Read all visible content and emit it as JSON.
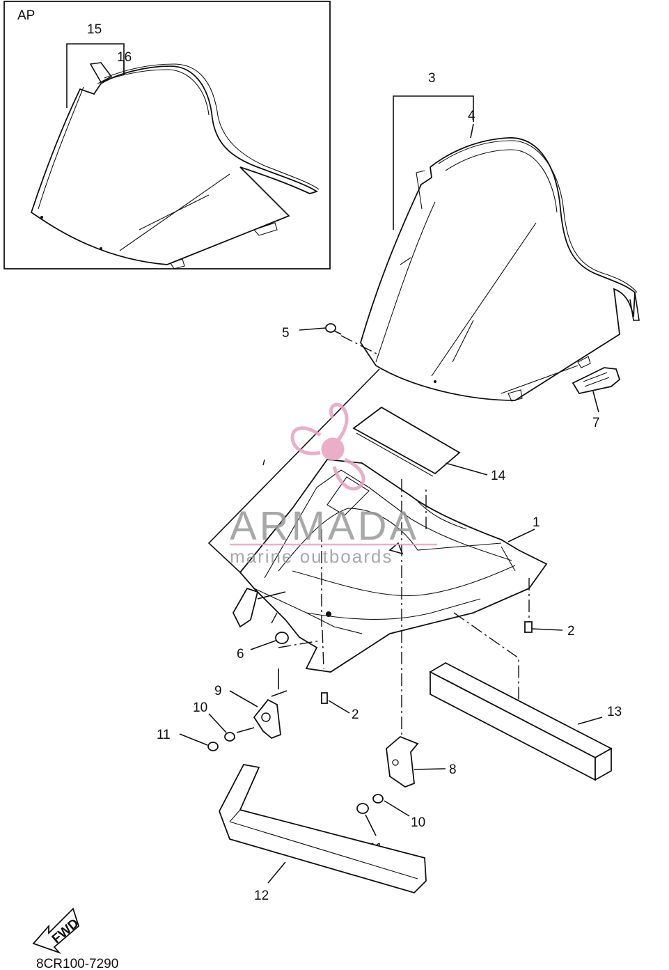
{
  "inset": {
    "label": "AP"
  },
  "callouts": {
    "c1": "1",
    "c2a": "2",
    "c2b": "2",
    "c3": "3",
    "c4": "4",
    "c5": "5",
    "c6": "6",
    "c7": "7",
    "c8": "8",
    "c9": "9",
    "c10a": "10",
    "c10b": "10",
    "c11a": "11",
    "c11b": "11",
    "c12": "12",
    "c13": "13",
    "c14": "14",
    "c15": "15",
    "c16": "16"
  },
  "fwd_arrow": {
    "label": "FWD"
  },
  "drawing_code": "8CR100-7290",
  "watermark": {
    "brand": "ARMADA",
    "tagline": "marine outboards",
    "accent_color": "#e8a0c0"
  }
}
